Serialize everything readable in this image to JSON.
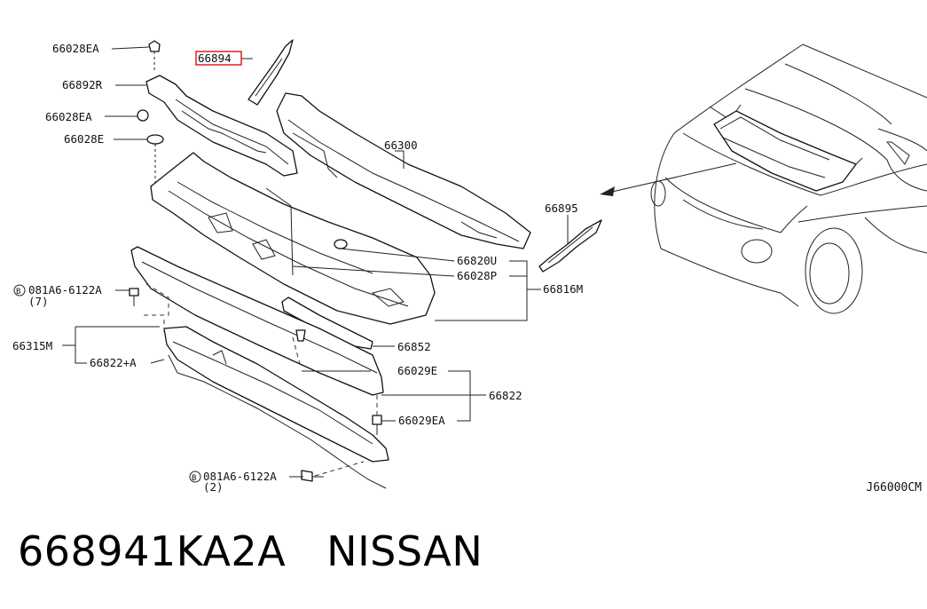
{
  "labels": {
    "p66028EA_top": "66028EA",
    "p66894": "66894",
    "p66892R": "66892R",
    "p66028EA_mid": "66028EA",
    "p66028E": "66028E",
    "p66300": "66300",
    "p66895": "66895",
    "p66820U": "66820U",
    "p66028P": "66028P",
    "p66816M": "66816M",
    "bolt1": "081A6-6122A",
    "bolt1_qty": "(7)",
    "p66315M": "66315M",
    "p66822A": "66822+A",
    "p66852": "66852",
    "p66029E": "66029E",
    "p66822": "66822",
    "p66029EA": "66029EA",
    "bolt2": "081A6-6122A",
    "bolt2_qty": "(2)",
    "b_marker": "B"
  },
  "highlight_color": "#e02020",
  "figure_code": "J66000CM",
  "caption": {
    "part_number": "668941KA2A",
    "brand": "NISSAN"
  }
}
